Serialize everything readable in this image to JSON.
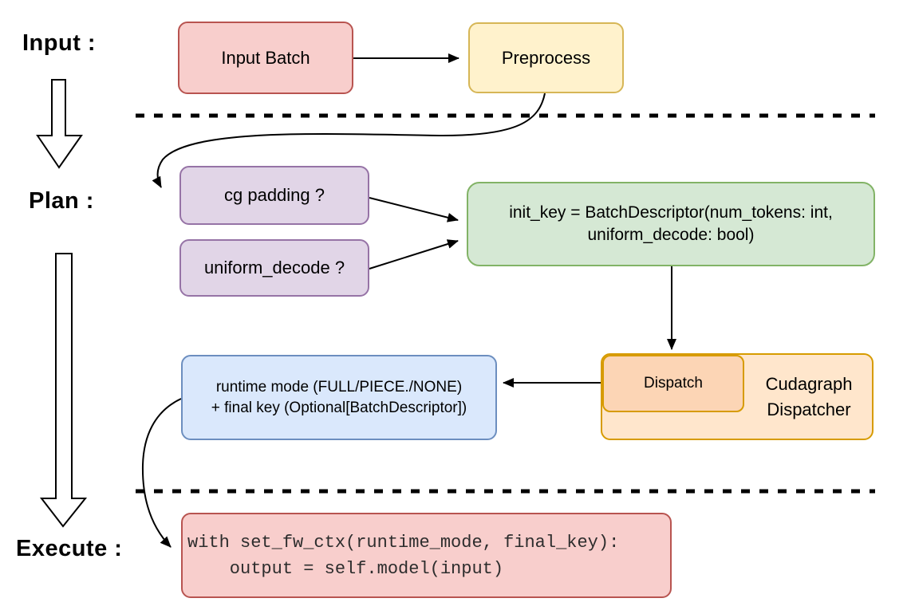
{
  "labels": {
    "input": "Input :",
    "plan": "Plan :",
    "execute": "Execute :"
  },
  "nodes": {
    "input_batch": {
      "label": "Input Batch"
    },
    "preprocess": {
      "label": "Preprocess"
    },
    "cg_padding": {
      "label": "cg padding ?"
    },
    "uniform_decode": {
      "label": "uniform_decode ?"
    },
    "init_key": {
      "line1": "init_key = BatchDescriptor(num_tokens: int,",
      "line2": "uniform_decode: bool)"
    },
    "dispatch": {
      "label": "Dispatch"
    },
    "dispatcher": {
      "label": "Cudagraph Dispatcher"
    },
    "runtime": {
      "line1": "runtime mode (FULL/PIECE./NONE)",
      "line2": "+ final key (Optional[BatchDescriptor])"
    },
    "code": {
      "line1": "with set_fw_ctx(runtime_mode, final_key):",
      "line2": "    output = self.model(input)"
    }
  },
  "colors": {
    "red_fill": "#f8cecc",
    "red_stroke": "#b85450",
    "yellow_fill": "#fff2cc",
    "yellow_stroke": "#d6b656",
    "purple_fill": "#e1d5e7",
    "purple_stroke": "#9673a6",
    "green_fill": "#d5e8d4",
    "green_stroke": "#82b366",
    "orange_outer_fill": "#ffe6cc",
    "orange_inner_fill": "#fcd5b5",
    "orange_stroke": "#d79b00",
    "blue_fill": "#dae8fc",
    "blue_stroke": "#6c8ebf",
    "line_color": "#000000",
    "background": "#ffffff"
  }
}
